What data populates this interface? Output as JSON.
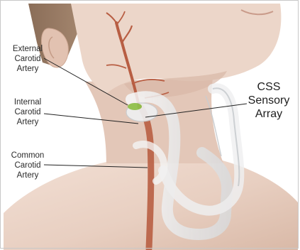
{
  "labels": {
    "external_carotid": [
      "External",
      "Carotid",
      "Artery"
    ],
    "internal_carotid": [
      "Internal",
      "Carotid",
      "Artery"
    ],
    "common_carotid": [
      "Common",
      "Carotid",
      "Artery"
    ],
    "sensory_array": [
      "CSS",
      "Sensory",
      "Array"
    ]
  },
  "colors": {
    "skin": "#e6cdbf",
    "artery": "#b85e43",
    "sensor": "#eef0f1",
    "sensor_highlight": "#8fc24a",
    "leader_line": "#222222"
  }
}
